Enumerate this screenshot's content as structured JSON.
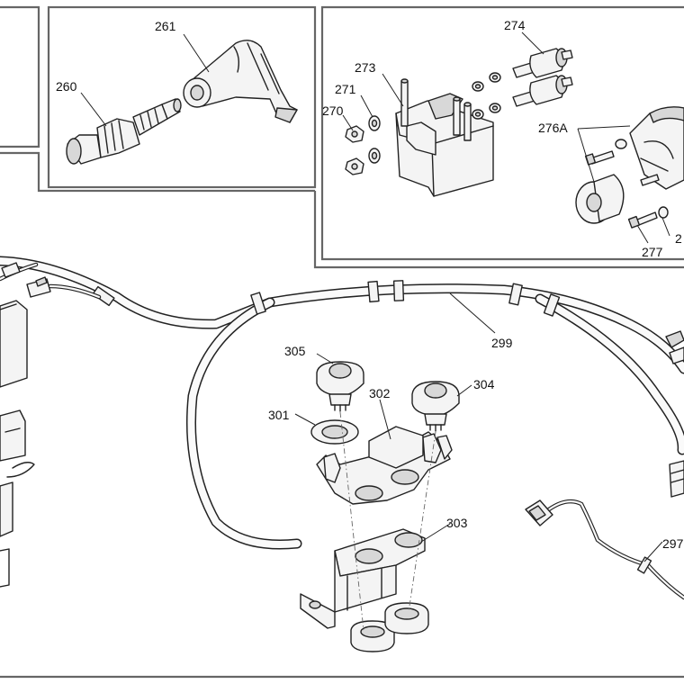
{
  "diagram": {
    "callouts": {
      "p260": "260",
      "p261": "261",
      "p270": "270",
      "p271": "271",
      "p273": "273",
      "p274": "274",
      "p276a": "276A",
      "p277": "277",
      "p278": "2",
      "p297": "297",
      "p299": "299",
      "p301": "301",
      "p302": "302",
      "p303": "303",
      "p304": "304",
      "p305": "305"
    },
    "colors": {
      "line": "#222222",
      "frame": "#666666",
      "fill_light": "#f4f4f4",
      "fill_shade": "#d8d8d8"
    }
  }
}
